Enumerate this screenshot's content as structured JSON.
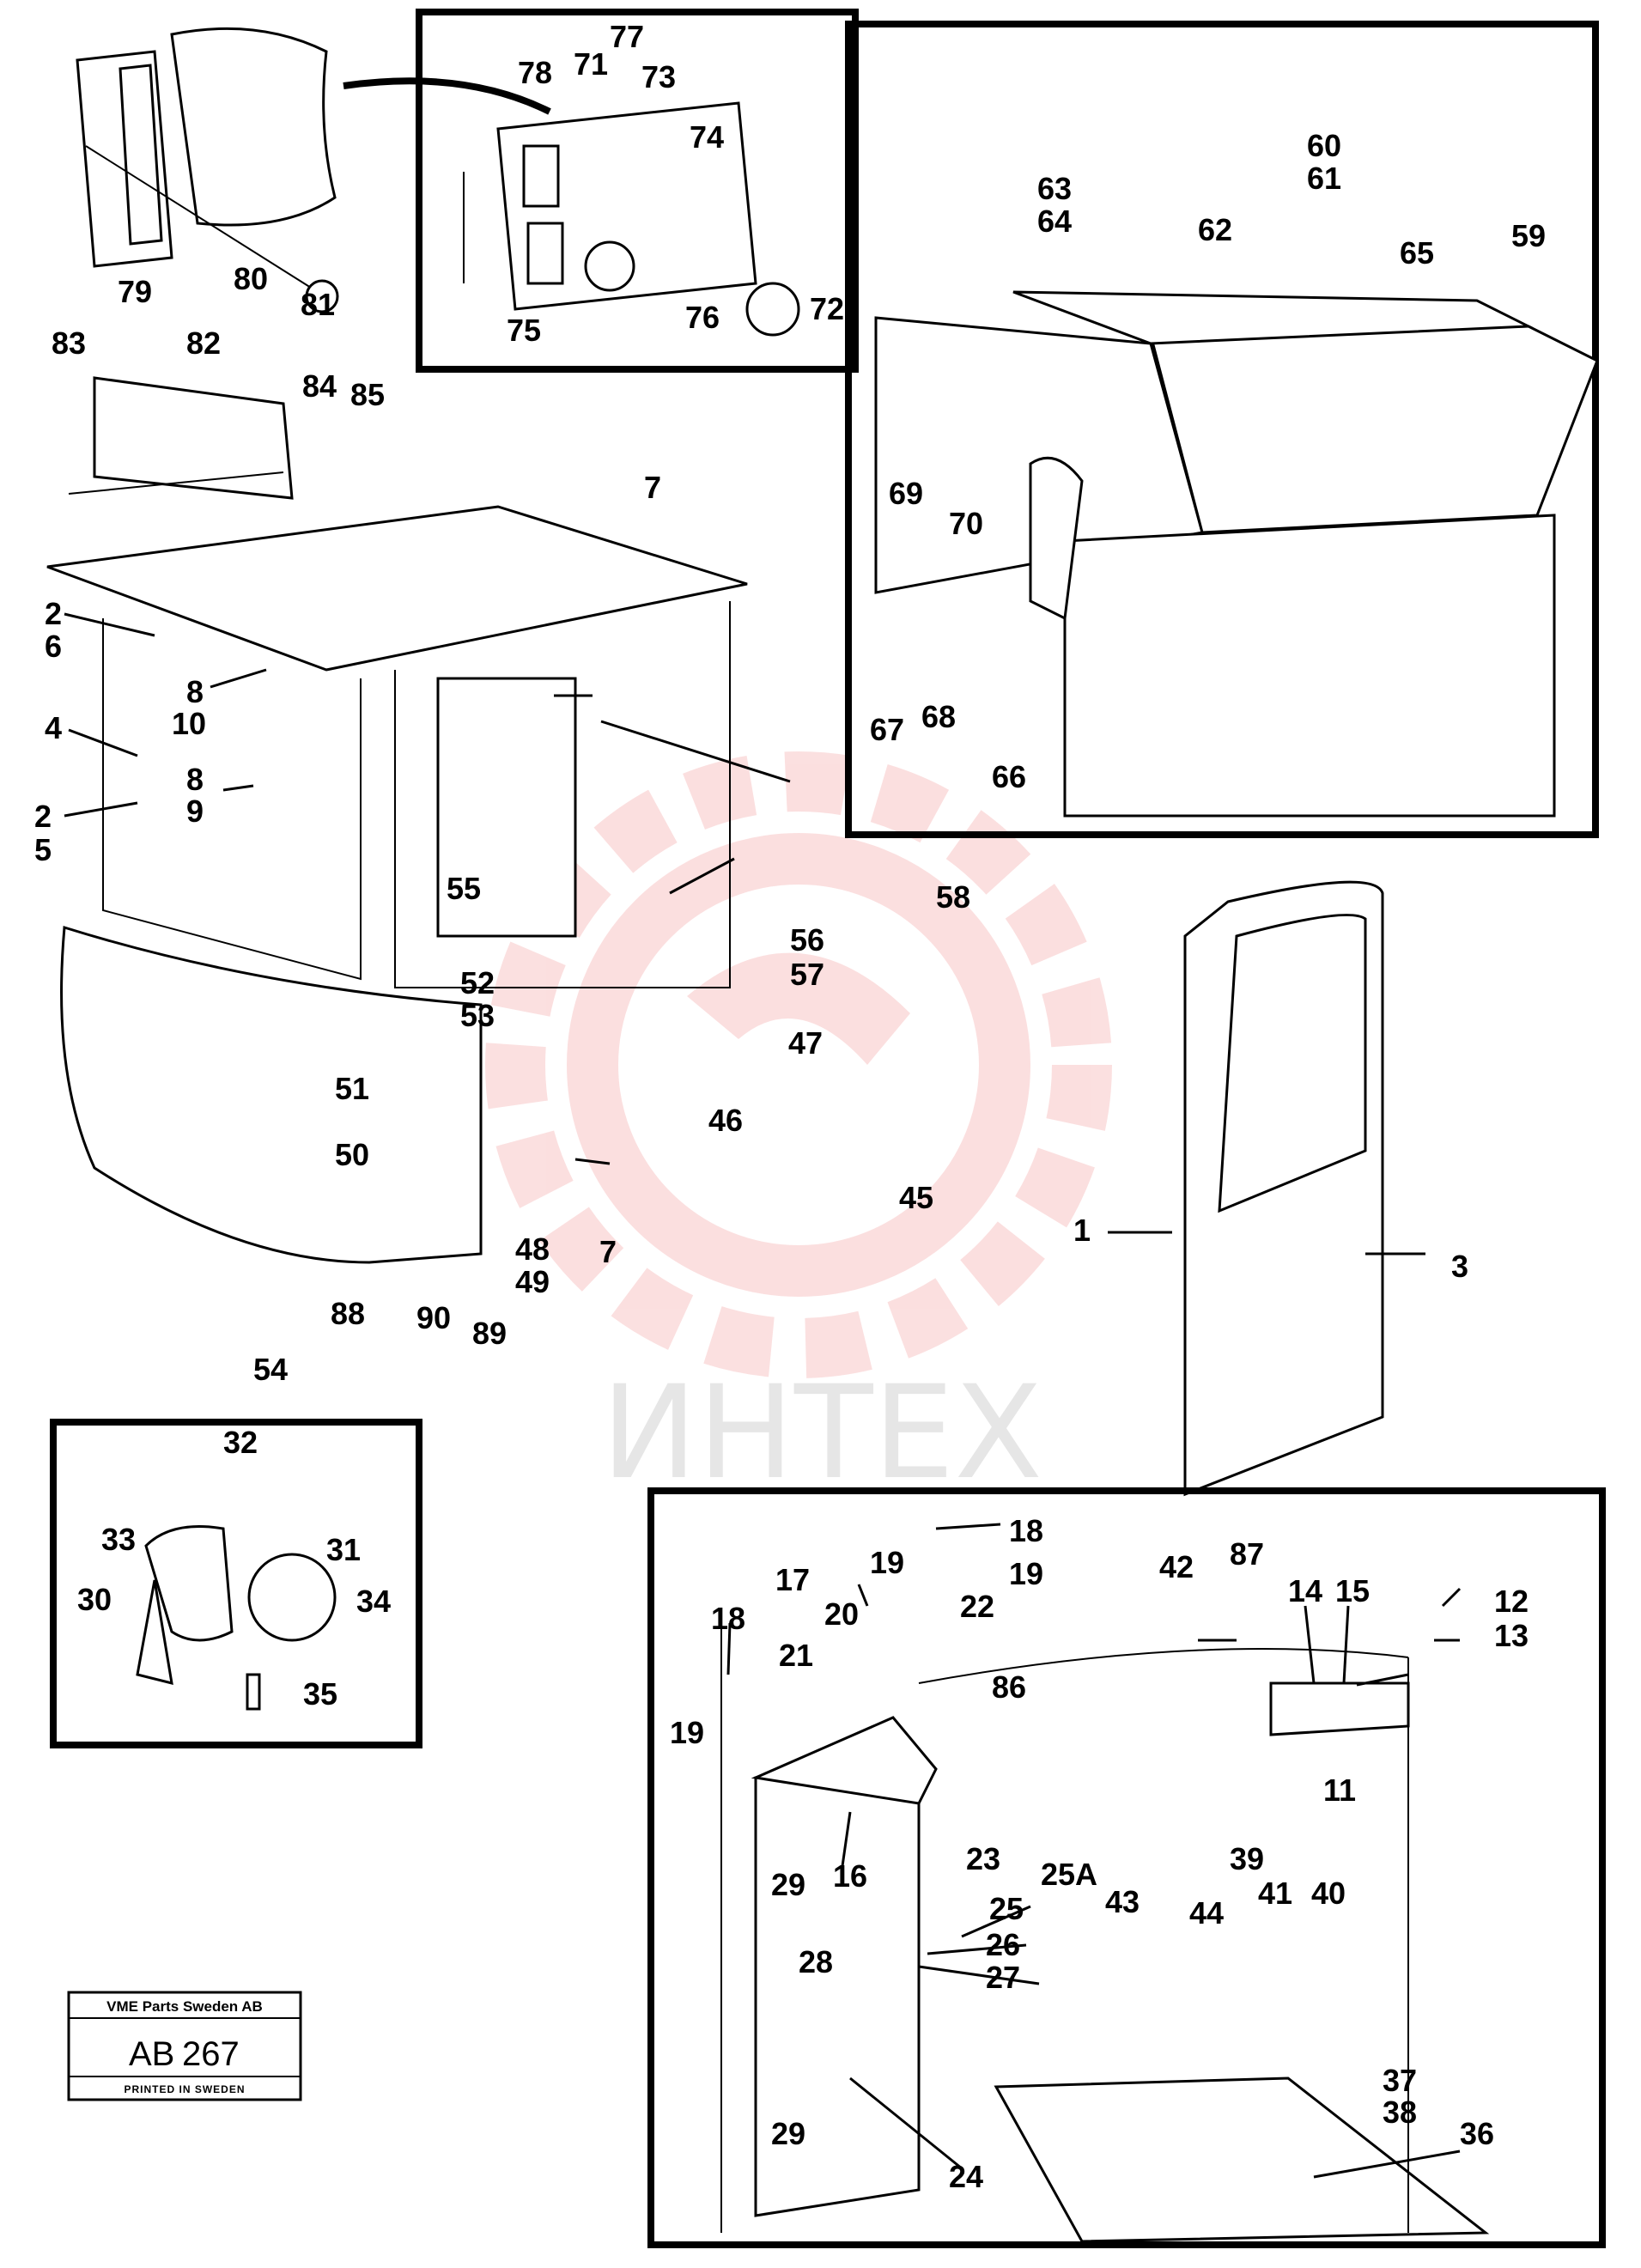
{
  "watermark": {
    "text": "ИНТЕХ",
    "color": "#f4a5a5"
  },
  "plate": {
    "company": "VME Parts Sweden AB",
    "code_prefix": "AB",
    "code_number": "267",
    "footer": "PRINTED IN SWEDEN"
  },
  "callouts": {
    "c1": "1",
    "c2a": "2",
    "c2b": "2",
    "c3": "3",
    "c4": "4",
    "c5": "5",
    "c6": "6",
    "c7a": "7",
    "c7b": "7",
    "c8a": "8",
    "c8b": "8",
    "c9": "9",
    "c10": "10",
    "c11": "11",
    "c12": "12",
    "c13": "13",
    "c14": "14",
    "c15": "15",
    "c16": "16",
    "c17": "17",
    "c18a": "18",
    "c18b": "18",
    "c19a": "19",
    "c19b": "19",
    "c19c": "19",
    "c20": "20",
    "c21": "21",
    "c22": "22",
    "c23": "23",
    "c24": "24",
    "c25": "25",
    "c25a": "25A",
    "c26": "26",
    "c27": "27",
    "c28": "28",
    "c29a": "29",
    "c29b": "29",
    "c30": "30",
    "c31": "31",
    "c32": "32",
    "c33": "33",
    "c34": "34",
    "c35": "35",
    "c36": "36",
    "c37": "37",
    "c38": "38",
    "c39": "39",
    "c40": "40",
    "c41": "41",
    "c42": "42",
    "c43": "43",
    "c44": "44",
    "c45": "45",
    "c46": "46",
    "c47": "47",
    "c48": "48",
    "c49": "49",
    "c50": "50",
    "c51": "51",
    "c52": "52",
    "c53": "53",
    "c54": "54",
    "c55": "55",
    "c56": "56",
    "c57": "57",
    "c58": "58",
    "c59": "59",
    "c60": "60",
    "c61": "61",
    "c62": "62",
    "c63": "63",
    "c64": "64",
    "c65": "65",
    "c66": "66",
    "c67": "67",
    "c68": "68",
    "c69": "69",
    "c70": "70",
    "c71": "71",
    "c72": "72",
    "c73": "73",
    "c74": "74",
    "c75": "75",
    "c76": "76",
    "c77": "77",
    "c78": "78",
    "c79": "79",
    "c80": "80",
    "c81": "81",
    "c82": "82",
    "c83": "83",
    "c84": "84",
    "c85": "85",
    "c86": "86",
    "c87": "87",
    "c88": "88",
    "c89": "89",
    "c90": "90"
  }
}
